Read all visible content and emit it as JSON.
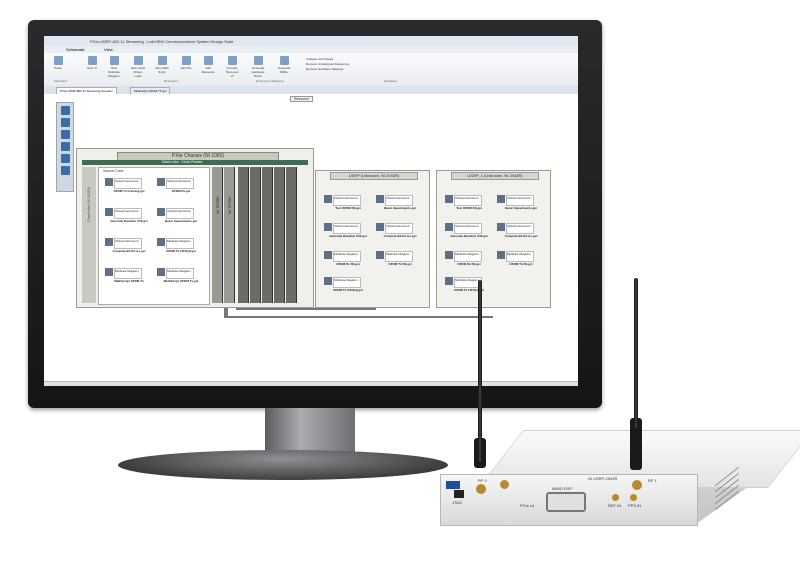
{
  "app": {
    "title": "PXIe-USRP-802.11 Streaming - LabVIEW Communications System Design Suite",
    "ribbon_tabs": [
      "Schematic",
      "View"
    ],
    "ribbon_buttons": [
      "Paste",
      "New VI",
      "New Multirate Diagram",
      "New Clock Driven Logic",
      "New Math Script",
      "Add File",
      "Add Resource",
      "Compile Top-Level VI",
      "Generate Hardware Driver",
      "Generate Bitfile"
    ],
    "ribbon_groups": [
      "Clipboard",
      "Resources",
      "Document Hardware",
      "Hardware"
    ],
    "ribbon_checks": [
      "Collapse All Chassis",
      "Remove Unassigned Resources",
      "Remove Hardware Mapping"
    ],
    "doc_tabs": [
      "PXIe-USRP-802.11 Streaming.lvsystem",
      "Multiscript OFDM TX.gvi"
    ],
    "resource_label": "Resource"
  },
  "chassis": {
    "title": "PXIe Chassis (NI 1082)",
    "links": [
      "Data Links",
      "Clock Routes"
    ],
    "controller_label": "Controller (NI 8133)",
    "slot_labels": [
      "NI 7976R",
      "NI 7975R"
    ],
    "source_code": "Source Code",
    "virtual": "Virtual Instrument",
    "diagram": "Multirate Diagram",
    "items": [
      "OFDM Tx Framing.gvi",
      "OFDM Rx.gvi",
      "Generate Random U32.gvi",
      "Basic Impairments.gvi",
      "Compute Bit Errors.gvi",
      "OFDM Tx FIFO(4).gvi",
      "MathScript OFDM Tx",
      "MathScript OFDM Tx.gvi"
    ]
  },
  "usrp_a": {
    "title": "USRP (Unknown, NI 2943R)",
    "items": [
      "Test OFDM FB.gvi",
      "Basic Impairments.gvi",
      "Generate Random U32.gvi",
      "Compute Bit Errors.gvi",
      "OFDM Rx FB.gvi",
      "OFDM Tx FB.gvi",
      "OFDM Tx FIFO(4).gvi"
    ]
  },
  "usrp_b": {
    "title": "USRP_1 (Unknown, NI 2943R)",
    "items": [
      "Test OFDM FB.gvi",
      "Basic Impairments.gvi",
      "Generate Random U32.gvi",
      "Compute Bit Errors.gvi",
      "OFDM Rx FB.gvi",
      "OFDM Tx FB.gvi",
      "OFDM Tx FIFO(4).gvi"
    ]
  },
  "hardware": {
    "model": "NI USRP-2943R",
    "front_labels": [
      "RF 0",
      "RF 1",
      "MIMO EXP",
      "REF IN",
      "PPS IN",
      "PCIe x4",
      "JTAG"
    ]
  },
  "colors": {
    "bezel": "#1e1e20",
    "chassis_bar": "#3f6a54",
    "usrp_body": "#e7e8e9",
    "antenna": "#1a1a1a",
    "connector_gold": "#b88a2c"
  }
}
